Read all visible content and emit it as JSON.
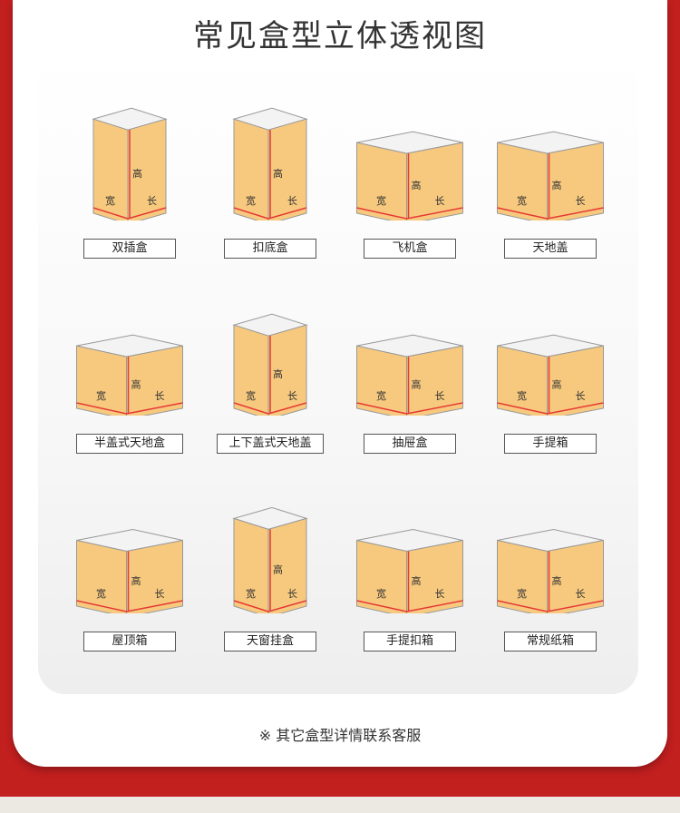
{
  "title": "常见盒型立体透视图",
  "dims": {
    "width": "宽",
    "height": "高",
    "length": "长"
  },
  "colors": {
    "box": "#f7c97e",
    "edge": "#999999",
    "line": "#e53935",
    "bg": "#c21f1f"
  },
  "boxes": [
    {
      "label": "双插盒"
    },
    {
      "label": "扣底盒"
    },
    {
      "label": "飞机盒"
    },
    {
      "label": "天地盖"
    },
    {
      "label": "半盖式天地盒"
    },
    {
      "label": "上下盖式天地盖"
    },
    {
      "label": "抽屉盒"
    },
    {
      "label": "手提箱"
    },
    {
      "label": "屋顶箱"
    },
    {
      "label": "天窗挂盒"
    },
    {
      "label": "手提扣箱"
    },
    {
      "label": "常规纸箱"
    }
  ],
  "note": "※ 其它盒型详情联系客服"
}
